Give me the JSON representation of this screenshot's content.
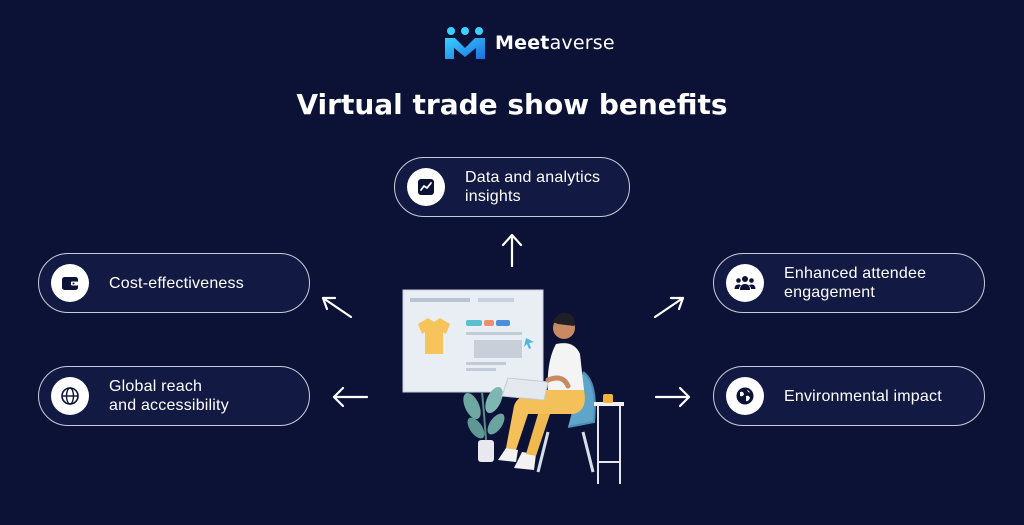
{
  "brand": {
    "name_part1": "Meet",
    "name_part2": "averse"
  },
  "title": "Virtual trade show benefits",
  "benefits": {
    "data_analytics": {
      "label": "Data and analytics\ninsights",
      "icon": "chart-icon"
    },
    "cost": {
      "label": "Cost-effectiveness",
      "icon": "wallet-icon"
    },
    "global": {
      "label": "Global reach\nand accessibility",
      "icon": "globe-icon"
    },
    "engagement": {
      "label": "Enhanced attendee\nengagement",
      "icon": "people-icon"
    },
    "environment": {
      "label": "Environmental impact",
      "icon": "earth-icon"
    }
  },
  "colors": {
    "background": "#0b1236",
    "card_border": "#c9ccd8",
    "logo_blue": "#2fb3ff",
    "logo_dark_blue": "#1a6fe0"
  }
}
